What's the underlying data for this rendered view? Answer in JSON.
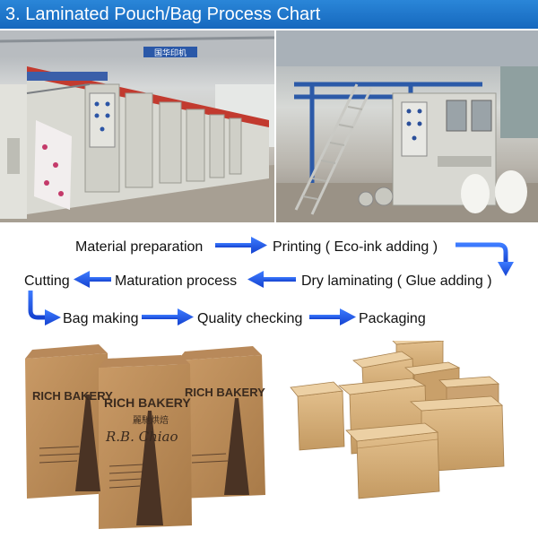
{
  "banner": {
    "title": "3. Laminated Pouch/Bag Process Chart"
  },
  "process": {
    "steps": [
      "Material preparation",
      "Printing ( Eco-ink adding )",
      "Dry laminating ( Glue adding )",
      "Maturation process",
      "Cutting",
      "Bag making",
      "Quality checking",
      "Packaging"
    ]
  },
  "machine_left": {
    "panel_text": "国华印机"
  },
  "products": {
    "bag_brand": "RICH BAKERY",
    "bag_brand_cn": "麗馳烘焙",
    "bag_script": "R.B. Chiao"
  },
  "colors": {
    "banner": "#1a6fc4",
    "arrow": "#1a55e8",
    "arrow_dark": "#1540c8"
  }
}
